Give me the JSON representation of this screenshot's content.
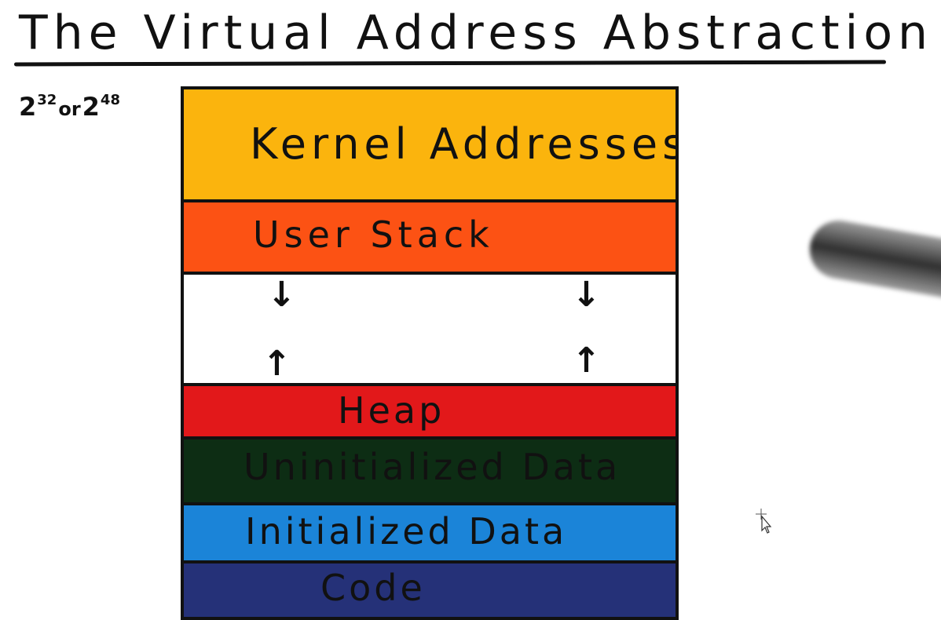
{
  "title": "The Virtual Address Abstraction",
  "address_range": {
    "base_a": "2",
    "exp_a": "32",
    "or_text": "or",
    "base_b": "2",
    "exp_b": "48"
  },
  "segments": [
    {
      "label": "Kernel Addresses",
      "color": "#fbb40d"
    },
    {
      "label": "User Stack",
      "color": "#fc5214"
    },
    {
      "label": "",
      "color": "#ffffff"
    },
    {
      "label": "Heap",
      "color": "#e2181a"
    },
    {
      "label": "Uninitialized Data",
      "color": "#0d2d14"
    },
    {
      "label": "Initialized Data",
      "color": "#1b84d8"
    },
    {
      "label": "Code",
      "color": "#253178"
    }
  ],
  "growth_arrows": {
    "stack_direction": "down-arrow-icon",
    "heap_direction": "up-arrow-icon"
  }
}
